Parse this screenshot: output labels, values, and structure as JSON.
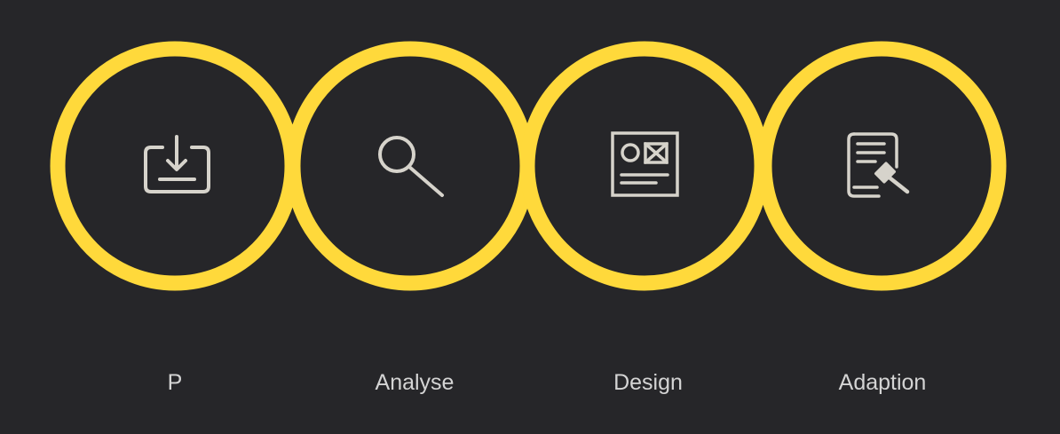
{
  "process": {
    "accent_color": "#ffd93b",
    "background_color": "#262629",
    "icon_color": "#d6d3cb",
    "steps": [
      {
        "label": "P",
        "icon": "download-tray-icon"
      },
      {
        "label": "Analyse",
        "icon": "magnifier-icon"
      },
      {
        "label": "Design",
        "icon": "wireframe-layout-icon"
      },
      {
        "label": "Adaption",
        "icon": "document-gavel-icon"
      }
    ]
  }
}
